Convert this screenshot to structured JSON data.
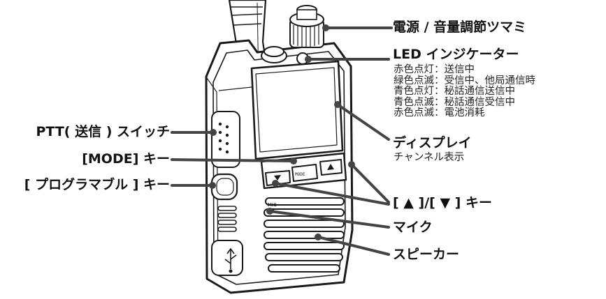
{
  "labels": {
    "power_volume_knob": "電源 / 音量調節ツマミ",
    "led_indicator": "LED インジケーター",
    "led_states": [
      "赤色点灯：送信中",
      "緑色点滅：受信中、他局通信時",
      "青色点灯：秘話通信送信中",
      "青色点滅：秘話通信受信中",
      "赤色点滅：電池消耗"
    ],
    "ptt_switch": "PTT( 送信 ) スイッチ",
    "mode_key": "[MODE] キー",
    "programmable_key": "[ プログラマブル ] キー",
    "display": "ディスプレイ",
    "display_sub": "チャンネル表示",
    "updown_keys": "[ ▲ ]/[ ▼ ] キー",
    "mic": "マイク",
    "speaker": "スピーカー"
  },
  "device_markings": {
    "mode_key_text": "MODE",
    "mic_mark": "MIC"
  },
  "icons": [
    "usb-icon",
    "up-arrow-icon",
    "down-arrow-icon"
  ],
  "colors": {
    "line": "#1a1a1a",
    "callout": "#444444",
    "background": "#ffffff"
  }
}
